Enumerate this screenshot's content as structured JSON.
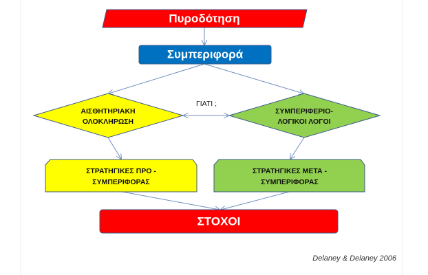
{
  "diagram": {
    "nodes": {
      "input": {
        "label": "Πυροδότηση",
        "color": "#ff0000"
      },
      "behavior": {
        "label": "Συμπεριφορά",
        "color": "#0070c0"
      },
      "sensory": {
        "line1": "ΑΙΣΘΗΤΗΡΙΑΚΗ",
        "line2": "ΟΛΟΚΛΗΡΩΣΗ",
        "color": "#ffff00"
      },
      "behavioral": {
        "line1": "ΣΥΜΠΕΡΙΦΕΡΙΟ-",
        "line2": "ΛΟΓΙΚΟΙ ΛΟΓΟΙ",
        "color": "#92d050"
      },
      "pre": {
        "line1": "ΣΤΡΑΤΗΓΙΚΕΣ ΠΡΟ -",
        "line2": "ΣΥΜΠΕΡΙΦΟΡΑΣ",
        "color": "#ffff00"
      },
      "post": {
        "line1": "ΣΤΡΑΤΗΓΙΚΕΣ ΜΕΤΑ -",
        "line2": "ΣΥΜΠΕΡΙΦΟΡΑΣ",
        "color": "#92d050"
      },
      "goals": {
        "label": "ΣΤΟΧΟΙ",
        "color": "#ff0000"
      }
    },
    "why_label": "ΓΙΑΤΙ ;",
    "citation": "Delaney & Delaney 2006",
    "edge_color": "#6f8fbf",
    "border_color": "#3a5a8a"
  }
}
